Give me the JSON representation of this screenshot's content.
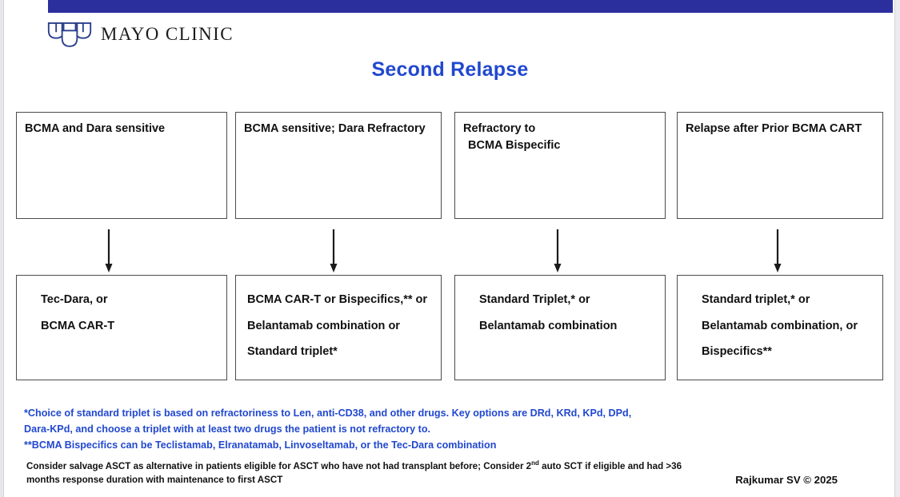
{
  "slide": {
    "title": "Second Relapse",
    "title_color": "#2148cf",
    "band_color": "#2b2f9e",
    "background": "#ffffff"
  },
  "logo": {
    "name": "mayo-clinic-logo",
    "text": "MAYO CLINIC",
    "shield_color": "#2b3f8c"
  },
  "top_row": [
    {
      "id": "bcma-dara-sensitive",
      "lines": [
        "BCMA and Dara sensitive"
      ]
    },
    {
      "id": "bcma-sensitive-dara-refractory",
      "lines": [
        "BCMA sensitive; Dara Refractory"
      ]
    },
    {
      "id": "refractory-to-bcma-bispecific",
      "lines": [
        "Refractory to",
        "BCMA Bispecific"
      ]
    },
    {
      "id": "relapse-after-prior-bcma-cart",
      "lines": [
        "Relapse after Prior BCMA CART"
      ]
    }
  ],
  "bottom_row": [
    {
      "id": "tec-dara-or-bcma-cart",
      "lines": [
        "Tec-Dara, or",
        "BCMA CAR-T"
      ]
    },
    {
      "id": "bcma-cart-or-bispecifics",
      "lines": [
        "BCMA CAR-T or Bispecifics,** or",
        "Belantamab combination or",
        "Standard triplet*"
      ]
    },
    {
      "id": "standard-triplet-or-belantamab",
      "lines": [
        "Standard Triplet,* or",
        "Belantamab combination"
      ]
    },
    {
      "id": "standard-triplet-belantamab-bispecifics",
      "lines": [
        "Standard triplet,* or",
        "Belantamab combination, or",
        "Bispecifics**"
      ]
    }
  ],
  "arrows": [
    {
      "id": "arrow-column-1"
    },
    {
      "id": "arrow-column-2"
    },
    {
      "id": "arrow-column-3"
    },
    {
      "id": "arrow-column-4"
    }
  ],
  "footnotes": {
    "color": "#2148cf",
    "lines": [
      "*Choice of standard triplet is based on refractoriness to Len, anti-CD38, and other drugs. Key options are DRd, KRd, KPd, DPd,",
      "Dara-KPd, and choose a triplet with at least two drugs the patient is not refractory to.",
      "**BCMA Bispecifics can be Teclistamab, Elranatamab, Linvoseltamab, or the Tec-Dara combination"
    ]
  },
  "bottom_note": {
    "part1": "Consider salvage ASCT as alternative in patients eligible for ASCT who have not had transplant before; Consider 2",
    "superscript": "nd",
    "part2": " auto SCT if eligible and had >36 months response duration with maintenance to first ASCT"
  },
  "credit": "Rajkumar SV © 2025"
}
